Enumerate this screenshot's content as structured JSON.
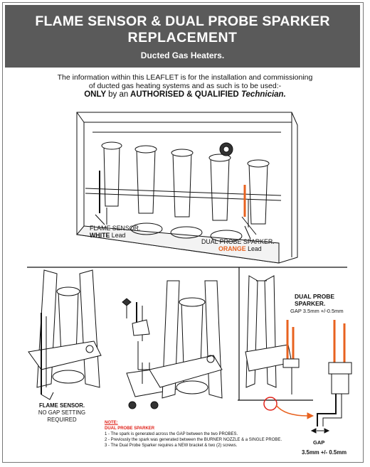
{
  "header": {
    "title_line1": "FLAME SENSOR & DUAL PROBE SPARKER",
    "title_line2": "REPLACEMENT",
    "subtitle": "Ducted Gas Heaters."
  },
  "intro": {
    "line1": "The information within this LEAFLET is for the installation and commissioning",
    "line2": "of ducted gas heating systems and as such is to be used:-",
    "only": "ONLY",
    "by_an": "by an",
    "qualified": "AUTHORISED & QUALIFIED",
    "technician": "Technician."
  },
  "labels": {
    "flame_sensor": "FLAME SENSOR.",
    "white": "WHITE",
    "lead": "Lead",
    "dual_probe_sparker": "DUAL PROBE SPARKER.",
    "orange": "ORANGE",
    "dual_probe_line1": "DUAL PROBE",
    "dual_probe_line2": "SPARKER.",
    "gap_spec": "GAP 3.5mm +/-0.5mm",
    "flame_sensor_caps": "FLAME SENSOR.",
    "no_gap": "NO GAP SETTING",
    "required": "REQUIRED",
    "gap": "GAP",
    "gap_value": "3.5mm +/- 0.5mm"
  },
  "note": {
    "heading": "NOTE:",
    "subheading": "DUAL PROBE SPARKER",
    "items": [
      "1 - The spark is generated across the GAP between the two PROBES.",
      "2 - Previously the spark was generated between the BURNER NOZZLE & a SINGLE PROBE.",
      "3 - The Dual Probe Sparker requires a NEW bracket & two (2) screws."
    ]
  },
  "colors": {
    "header_bg": "#5a5a5a",
    "orange_lead": "#e8621f",
    "note_red": "#e0231b"
  }
}
